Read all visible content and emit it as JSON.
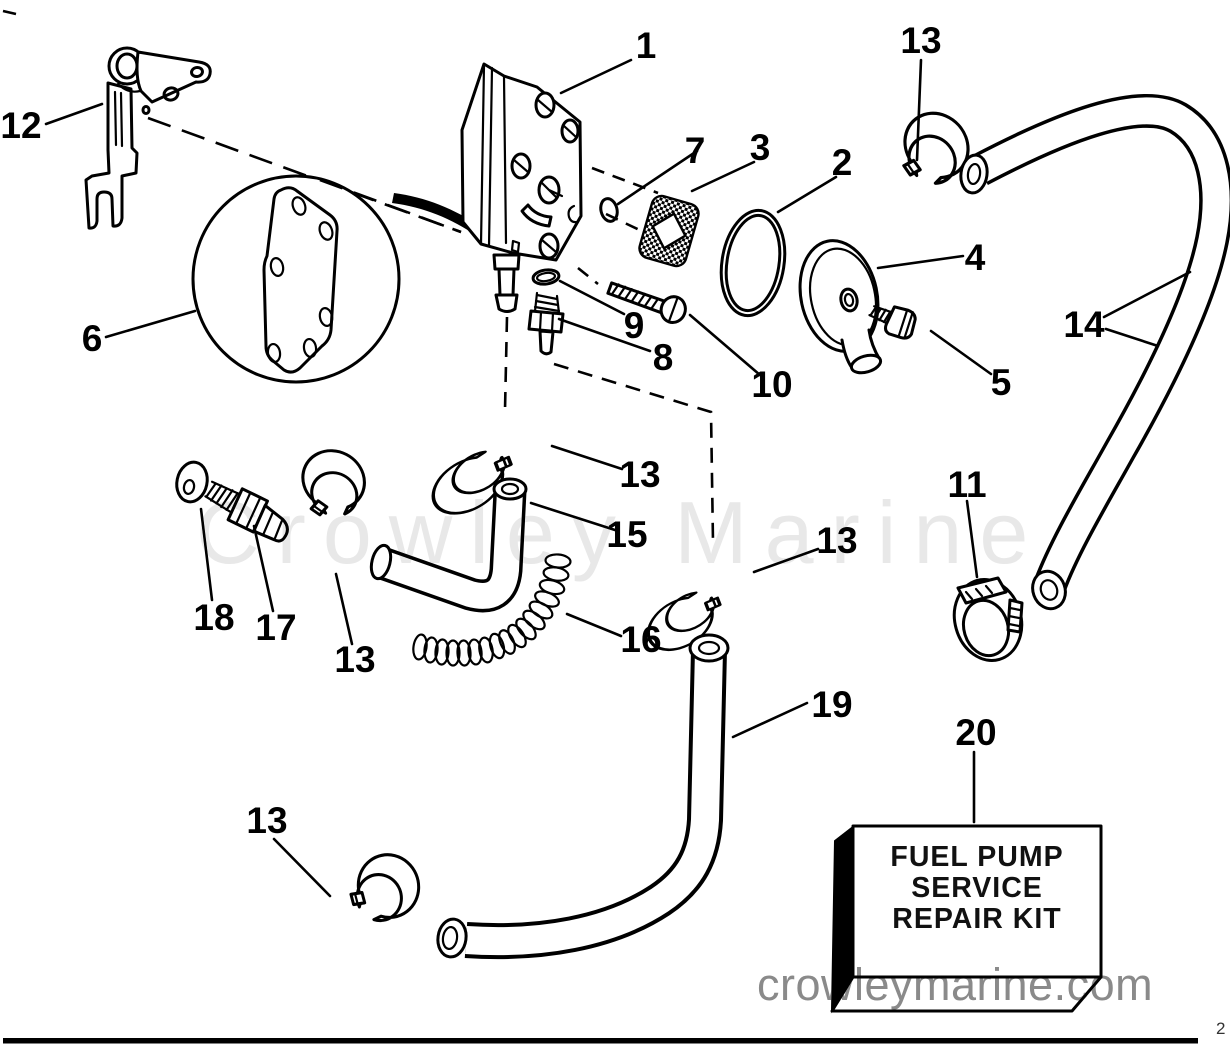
{
  "diagram": {
    "watermark_center": "Crowley Marine",
    "watermark_bottom": "crowleymarine.com",
    "page_number": "2",
    "kit_box": {
      "line1": "FUEL PUMP",
      "line2": "SERVICE",
      "line3": "REPAIR KIT"
    },
    "colors": {
      "line": "#000000",
      "watermark_light": "#e8e8e8",
      "watermark_gray": "#8a8a8a"
    },
    "callouts": [
      {
        "label": "12"
      },
      {
        "label": "1"
      },
      {
        "label": "13"
      },
      {
        "label": "7"
      },
      {
        "label": "3"
      },
      {
        "label": "2"
      },
      {
        "label": "4"
      },
      {
        "label": "14"
      },
      {
        "label": "6"
      },
      {
        "label": "9"
      },
      {
        "label": "8"
      },
      {
        "label": "10"
      },
      {
        "label": "5"
      },
      {
        "label": "13"
      },
      {
        "label": "15"
      },
      {
        "label": "13"
      },
      {
        "label": "11"
      },
      {
        "label": "18"
      },
      {
        "label": "17"
      },
      {
        "label": "13"
      },
      {
        "label": "16"
      },
      {
        "label": "19"
      },
      {
        "label": "13"
      },
      {
        "label": "20"
      }
    ]
  }
}
